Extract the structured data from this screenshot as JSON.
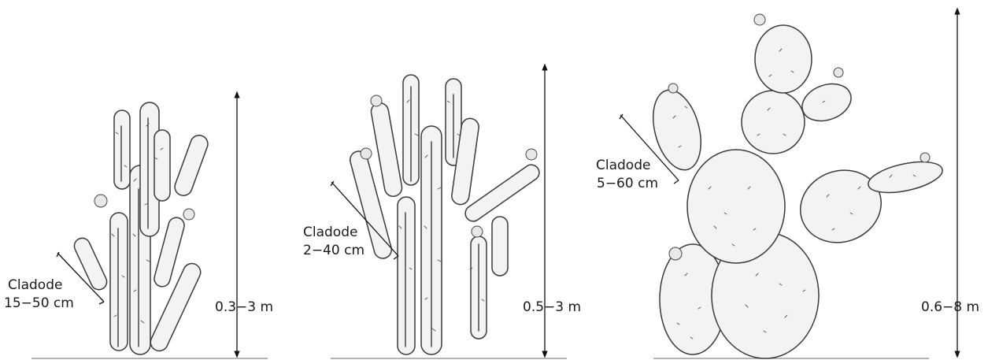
{
  "panels": [
    {
      "cladode_label": "Cladode",
      "cladode_range": "15−50 cm",
      "height": "0.3−3 m"
    },
    {
      "cladode_label": "Cladode",
      "cladode_range": "2−40 cm",
      "height": "0.5−3 m"
    },
    {
      "cladode_label": "Cladode",
      "cladode_range": "5−60 cm",
      "height": "0.6−8 m"
    }
  ]
}
